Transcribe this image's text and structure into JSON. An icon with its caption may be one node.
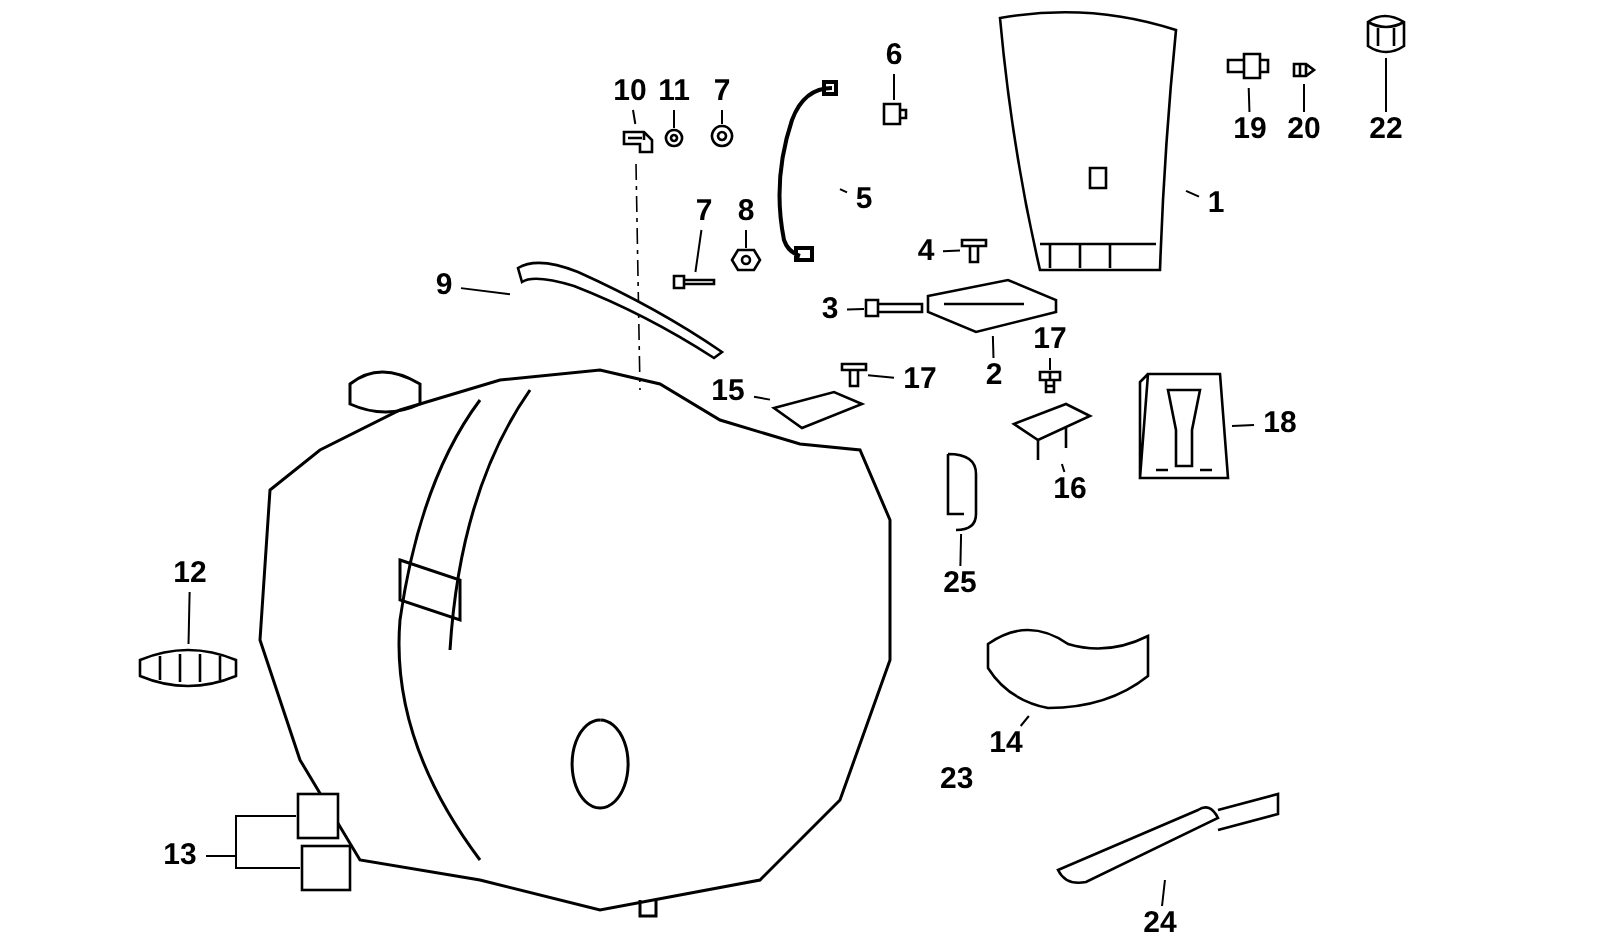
{
  "diagram": {
    "nodes": [
      {
        "text": [
          "10"
        ]
      },
      {
        "text": [
          "11"
        ]
      },
      {
        "text": [
          "7"
        ]
      },
      {
        "text": [
          "6"
        ]
      },
      {
        "text": [
          "22"
        ]
      },
      {
        "text": [
          "19"
        ]
      },
      {
        "text": [
          "20"
        ]
      },
      {
        "text": [
          "7"
        ]
      },
      {
        "text": [
          "8"
        ]
      },
      {
        "text": [
          "5"
        ]
      },
      {
        "text": [
          "1"
        ]
      },
      {
        "text": [
          "4"
        ]
      },
      {
        "text": [
          "9"
        ]
      },
      {
        "text": [
          "3"
        ]
      },
      {
        "text": [
          "17"
        ]
      },
      {
        "text": [
          "2"
        ]
      },
      {
        "text": [
          "15"
        ]
      },
      {
        "text": [
          "17"
        ]
      },
      {
        "text": [
          "18"
        ]
      },
      {
        "text": [
          "16"
        ]
      },
      {
        "text": [
          "12"
        ]
      },
      {
        "text": [
          "25"
        ]
      },
      {
        "text": [
          "14"
        ]
      },
      {
        "text": [
          "13"
        ]
      },
      {
        "text": [
          "24"
        ]
      },
      {
        "text": [],
        "shape": "picture"
      },
      {
        "text": [],
        "shape": "picture"
      },
      {
        "text": [],
        "shape": "picture"
      },
      {
        "text": [],
        "shape": "picture"
      },
      {
        "text": [],
        "shape": "picture"
      },
      {
        "text": [],
        "shape": "picture"
      },
      {
        "text": [],
        "shape": "picture"
      },
      {
        "text": [],
        "shape": "picture"
      },
      {
        "text": [],
        "shape": "picture"
      },
      {
        "text": [],
        "shape": "picture"
      },
      {
        "text": [],
        "shape": "picture"
      },
      {
        "text": [],
        "shape": "picture"
      },
      {
        "text": [],
        "shape": "picture"
      },
      {
        "text": [],
        "shape": "picture"
      },
      {
        "text": [],
        "shape": "picture"
      },
      {
        "text": [],
        "shape": "picture"
      },
      {
        "text": [],
        "shape": "picture"
      },
      {
        "text": [],
        "shape": "picture"
      },
      {
        "text": [],
        "shape": "picture"
      },
      {
        "text": [],
        "shape": "picture"
      },
      {
        "text": [],
        "shape": "picture"
      },
      {
        "text": [],
        "shape": "picture"
      },
      {
        "text": [],
        "shape": "picture"
      },
      {
        "text": [],
        "shape": "box"
      },
      {
        "text": [],
        "shape": "box"
      },
      {
        "text": [],
        "shape": "picture"
      }
    ],
    "edges": [
      {
        "from": 0,
        "to": 25,
        "arrow": "none"
      },
      {
        "from": 1,
        "to": 26,
        "arrow": "none"
      },
      {
        "from": 2,
        "to": 27,
        "arrow": "none"
      },
      {
        "from": 3,
        "to": 28,
        "arrow": "none"
      },
      {
        "from": 4,
        "to": 29,
        "arrow": "none"
      },
      {
        "from": 5,
        "to": 30,
        "arrow": "none"
      },
      {
        "from": 6,
        "to": 31,
        "arrow": "none"
      },
      {
        "from": 7,
        "to": 32,
        "arrow": "none"
      },
      {
        "from": 8,
        "to": 33,
        "arrow": "none"
      },
      {
        "from": 9,
        "to": 34,
        "arrow": "none"
      },
      {
        "from": 10,
        "to": 35,
        "arrow": "none"
      },
      {
        "from": 11,
        "to": 36,
        "arrow": "none"
      },
      {
        "from": 12,
        "to": 37,
        "arrow": "none"
      },
      {
        "from": 13,
        "to": 38,
        "arrow": "none"
      },
      {
        "from": 14,
        "to": 39,
        "arrow": "none"
      },
      {
        "from": 15,
        "to": 40,
        "arrow": "none"
      },
      {
        "from": 16,
        "to": 41,
        "arrow": "none"
      },
      {
        "from": 17,
        "to": 42,
        "arrow": "none"
      },
      {
        "from": 18,
        "to": 43,
        "arrow": "none"
      },
      {
        "from": 19,
        "to": 44,
        "arrow": "none"
      },
      {
        "from": 20,
        "to": 45,
        "arrow": "none"
      },
      {
        "from": 21,
        "to": 46,
        "arrow": "none"
      },
      {
        "from": 22,
        "to": 47,
        "arrow": "none"
      },
      {
        "from": 23,
        "to": 48,
        "arrow": "none"
      },
      {
        "from": 23,
        "to": 49,
        "arrow": "none"
      },
      {
        "from": 24,
        "to": 50,
        "arrow": "none"
      }
    ],
    "labels": [
      "23"
    ]
  }
}
